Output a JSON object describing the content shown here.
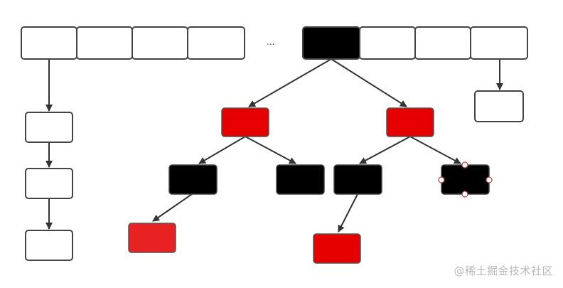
{
  "diagram": {
    "ellipsis_text": "...",
    "watermark_text": "@稀土掘金技术社区",
    "colors": {
      "node_white": "#ffffff",
      "node_black": "#000000",
      "node_red": "#e60000",
      "node_border": "#444444",
      "edge": "#333333",
      "handle_border": "#b04040"
    },
    "array_slots": [
      "white",
      "white",
      "white",
      "white",
      "black",
      "white",
      "white",
      "white"
    ],
    "linked_list_nodes": [
      "white",
      "white",
      "white"
    ],
    "tree_nodes": [
      {
        "id": "root",
        "color": "black"
      },
      {
        "id": "l1-left",
        "color": "red"
      },
      {
        "id": "l1-right",
        "color": "red"
      },
      {
        "id": "l2-a",
        "color": "black"
      },
      {
        "id": "l2-b",
        "color": "black"
      },
      {
        "id": "l2-c",
        "color": "black"
      },
      {
        "id": "l2-d",
        "color": "black",
        "selected": true
      },
      {
        "id": "l3-a",
        "color": "red"
      },
      {
        "id": "l3-b",
        "color": "red"
      }
    ],
    "single_chain_node": "white"
  }
}
